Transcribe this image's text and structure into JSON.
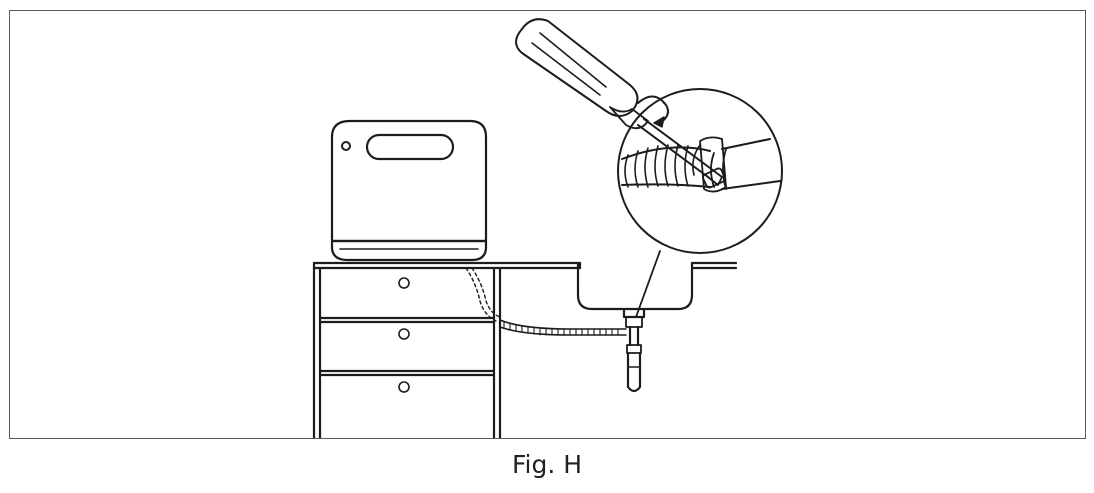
{
  "figure": {
    "caption": "Fig. H"
  },
  "illustration": {
    "objects": [
      "dishwasher",
      "cabinet",
      "sink",
      "drain-hose",
      "hose-clamp",
      "screwdriver",
      "rotation-arrow"
    ]
  }
}
